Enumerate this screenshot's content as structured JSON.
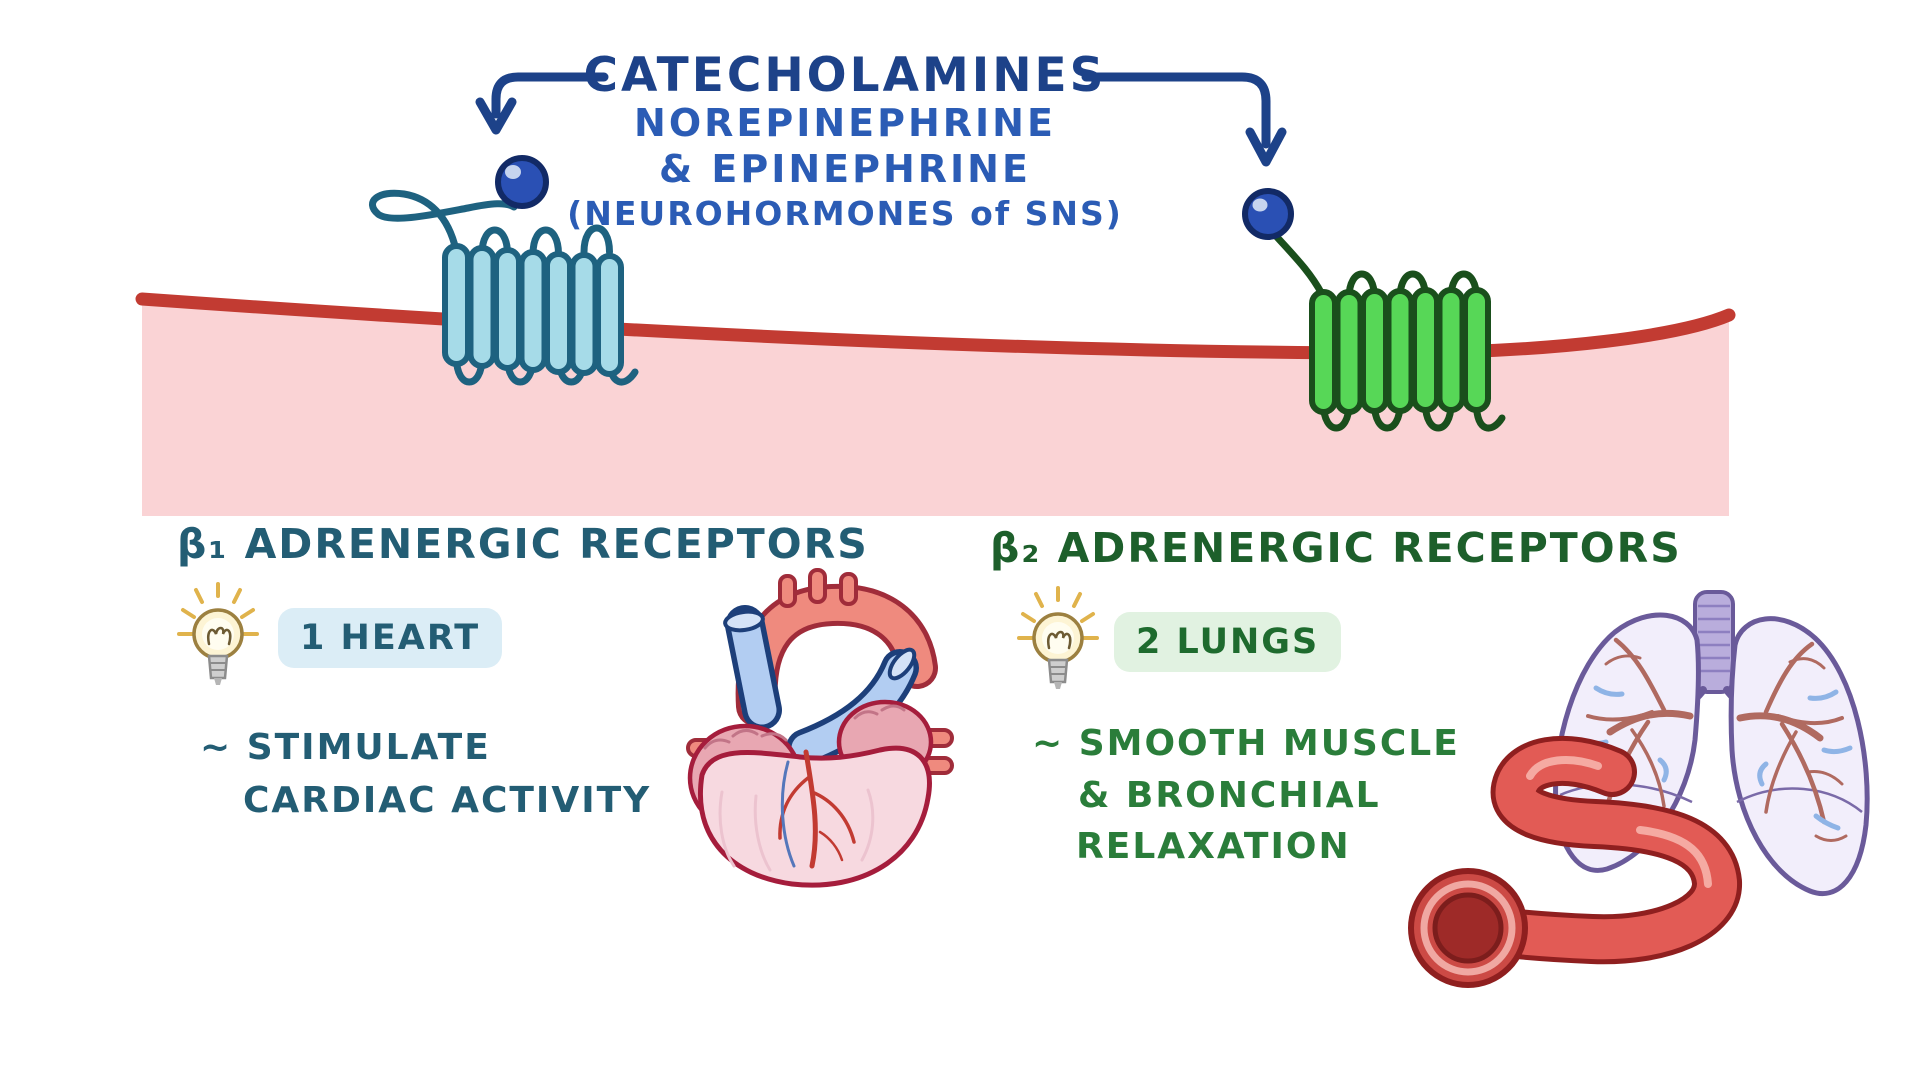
{
  "header": {
    "title": "CATECHOLAMINES",
    "subtitle1": "NOREPINEPHRINE",
    "subtitle2": "& EPINEPHRINE",
    "subtitle3": "(NEUROHORMONES of SNS)"
  },
  "left": {
    "heading": "β₁ ADRENERGIC RECEPTORS",
    "chip": "1 HEART",
    "note1": "~ STIMULATE",
    "note2": "CARDIAC ACTIVITY",
    "icon": "lightbulb-icon",
    "illustration": "heart"
  },
  "right": {
    "heading": "β₂ ADRENERGIC RECEPTORS",
    "chip": "2 LUNGS",
    "note1": "~ SMOOTH MUSCLE",
    "note2": "& BRONCHIAL",
    "note3": "RELAXATION",
    "icon": "lightbulb-icon",
    "illustration": "lungs-and-bronchiole"
  },
  "colors": {
    "title_navy": "#1d4289",
    "subtitle_blue": "#2b5cb5",
    "membrane_line": "#c23b32",
    "membrane_fill": "#fad3d5",
    "beta1_receptor_fill": "#a6dbe8",
    "beta1_receptor_outline": "#1e6280",
    "beta2_receptor_fill": "#57d757",
    "beta2_receptor_outline": "#1a4f1c",
    "ligand_ball_fill": "#2a50b4",
    "ligand_ball_rim": "#122a66",
    "beta1_text": "#235d74",
    "beta2_title_text": "#1d5f2b",
    "beta2_note_text": "#2a7d3a",
    "chip_blue_bg": "#dbedf6",
    "chip_green_bg": "#e1f2e1"
  }
}
